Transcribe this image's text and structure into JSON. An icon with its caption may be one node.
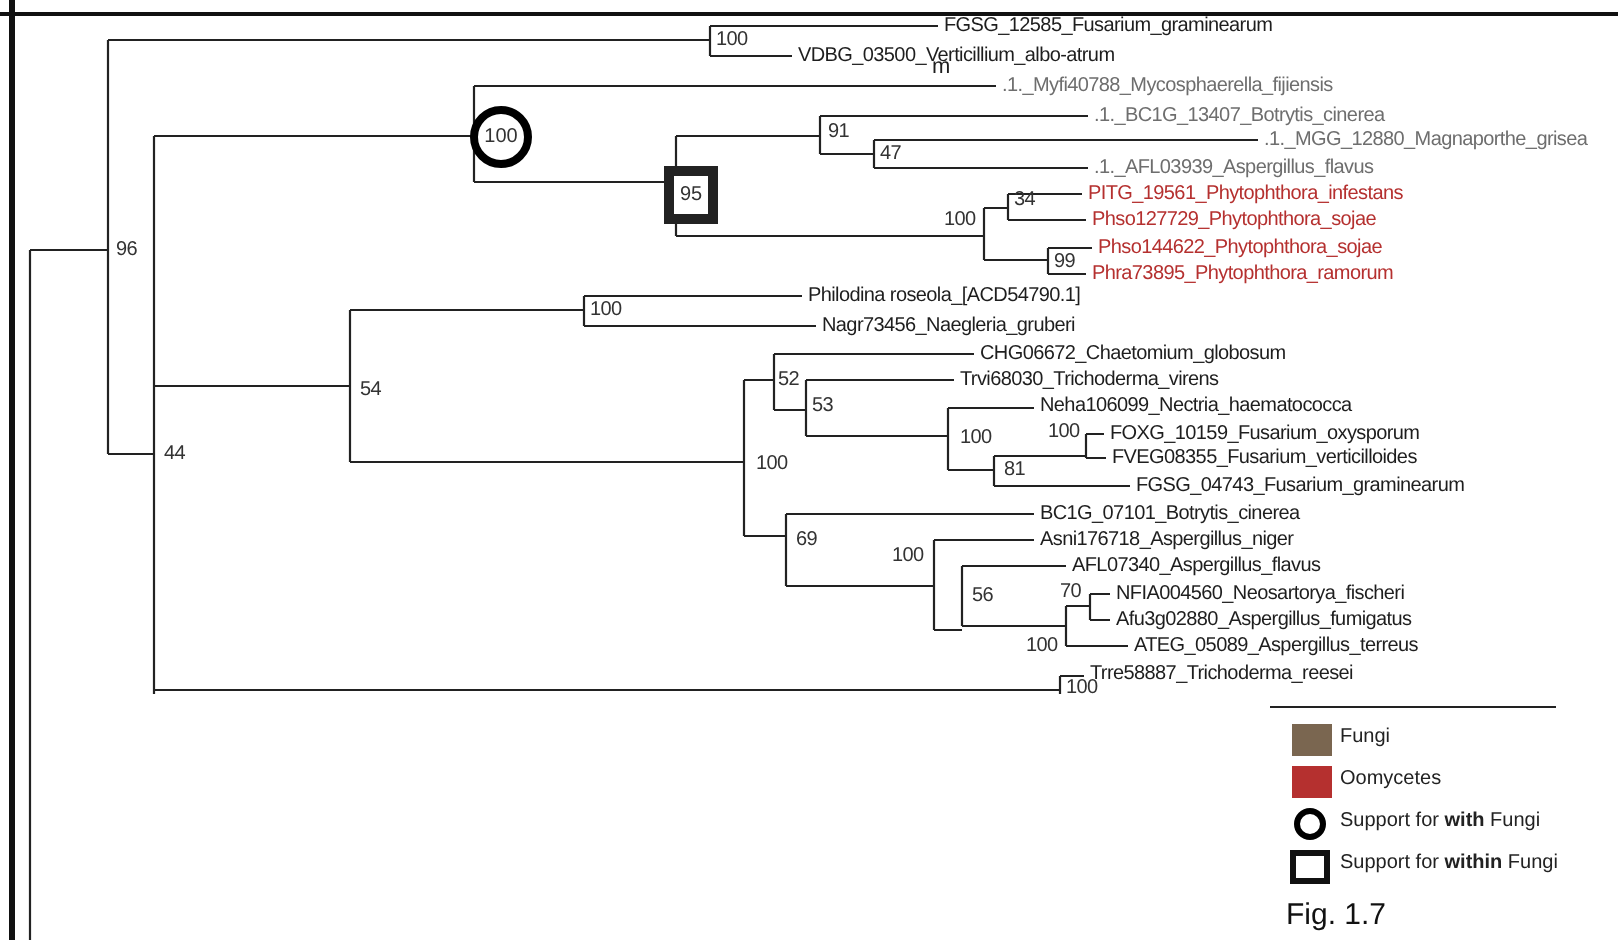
{
  "diagram": {
    "caption": "Fig. 1.7",
    "nodes": [
      {
        "text": [
          "100"
        ]
      },
      {
        "text": [
          "95"
        ]
      }
    ],
    "labels": [
      "FGSG_12585_Fusarium_graminearum",
      "100",
      "VDBG_03500_Verticillium_albo-atrum",
      "m",
      ".1._Myfi40788_Mycosphaerella_fijiensis",
      ".1._BC1G_13407_Botrytis_cinerea",
      "91",
      ".1._MGG_12880_Magnaporthe_grisea",
      "47",
      ".1._AFL03939_Aspergillus_flavus",
      "PITG_19561_Phytophthora_infestans",
      "34",
      "100",
      "Phso127729_Phytophthora_sojae",
      "Phso144622_Phytophthora_sojae",
      "96",
      "99",
      "Phra73895_Phytophthora_ramorum",
      "Philodina roseola_[ACD54790.1]",
      "100",
      "Nagr73456_Naegleria_gruberi",
      "CHG06672_Chaetomium_globosum",
      "52",
      "Trvi68030_Trichoderma_virens",
      "54",
      "53",
      "Neha106099_Nectria_haematococca",
      "100",
      "100",
      "FOXG_10159_Fusarium_oxysporum",
      "44",
      "FVEG08355_Fusarium_verticilloides",
      "100",
      "81",
      "FGSG_04743_Fusarium_graminearum",
      "BC1G_07101_Botrytis_cinerea",
      "69",
      "Asni176718_Aspergillus_niger",
      "100",
      "AFL07340_Aspergillus_flavus",
      "56",
      "70",
      "NFIA004560_Neosartorya_fischeri",
      "Afu3g02880_Aspergillus_fumigatus",
      "100",
      "ATEG_05089_Aspergillus_terreus",
      "Trre58887_Trichoderma_reesei",
      "100"
    ],
    "legend": [
      {
        "text": "Fungi",
        "color": "#7a6650"
      },
      {
        "text": "Oomycetes",
        "color": "#b5302f"
      },
      {
        "text": "Support for **with** Fungi"
      },
      {
        "text": "Support for **within** Fungi"
      }
    ]
  }
}
